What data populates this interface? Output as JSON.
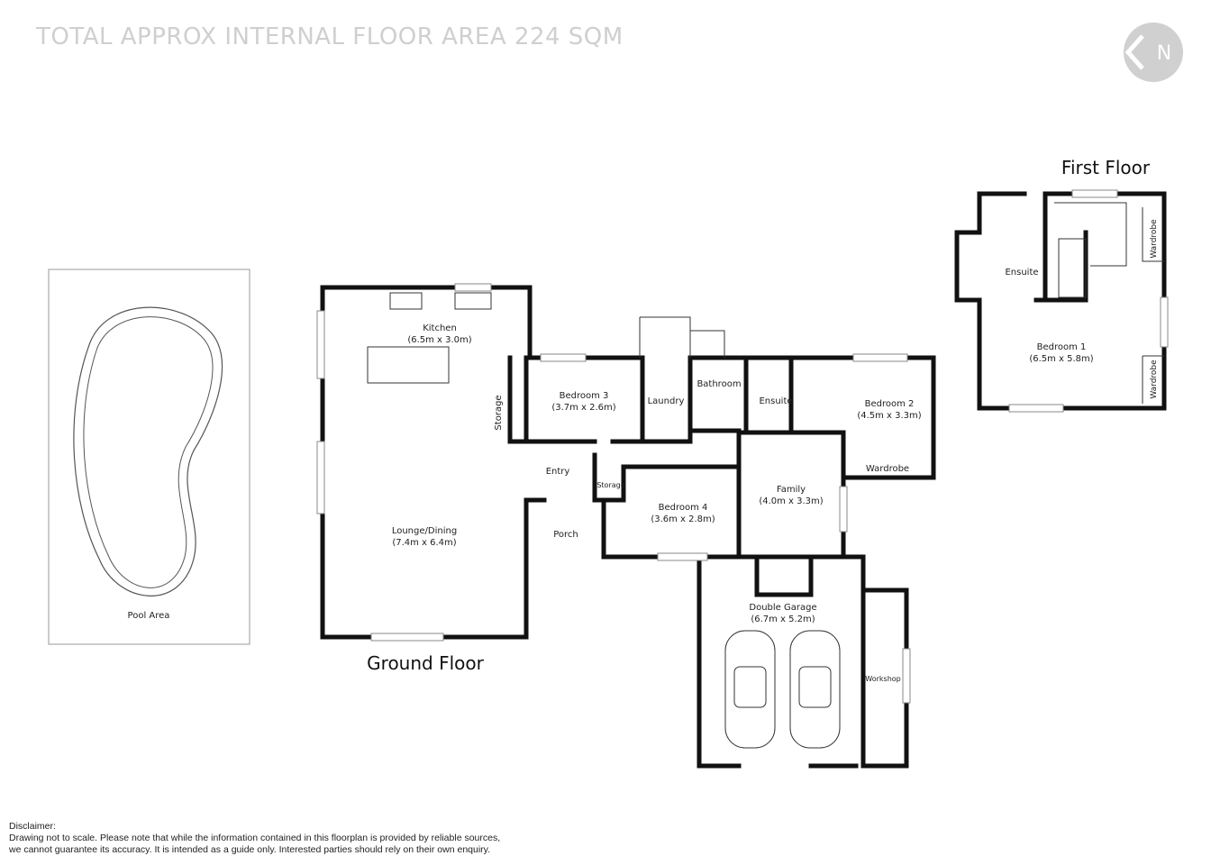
{
  "header": {
    "title": "TOTAL APPROX INTERNAL FLOOR AREA  224 SQM"
  },
  "compass": {
    "icon": "north-arrow-icon",
    "letter": "N"
  },
  "floors": {
    "ground": "Ground Floor",
    "first": "First Floor"
  },
  "rooms": {
    "pool": "Pool Area",
    "kitchen": {
      "name": "Kitchen",
      "size": "(6.5m x 3.0m)"
    },
    "lounge": {
      "name": "Lounge/Dining",
      "size": "(7.4m x 6.4m)"
    },
    "storage_kitchen": "Storage",
    "bedroom3": {
      "name": "Bedroom 3",
      "size": "(3.7m x 2.6m)"
    },
    "laundry": "Laundry",
    "bathroom": "Bathroom",
    "ensuite_ground": "Ensuite",
    "bedroom2": {
      "name": "Bedroom 2",
      "size": "(4.5m x 3.3m)"
    },
    "wardrobe_b2": "Wardrobe",
    "entry": "Entry",
    "storage_entry": "Storage",
    "porch": "Porch",
    "bedroom4": {
      "name": "Bedroom 4",
      "size": "(3.6m x 2.8m)"
    },
    "family": {
      "name": "Family",
      "size": "(4.0m x 3.3m)"
    },
    "garage": {
      "name": "Double Garage",
      "size": "(6.7m x 5.2m)"
    },
    "workshop": "Workshop",
    "ensuite_first": "Ensuite",
    "bedroom1": {
      "name": "Bedroom 1",
      "size": "(6.5m x 5.8m)"
    },
    "wardrobe_b1_top": "Wardrobe",
    "wardrobe_b1_bottom": "Wardrobe"
  },
  "disclaimer": {
    "heading": "Disclaimer:",
    "line1": "Drawing not to scale. Please note that while the information contained in this floorplan is provided by reliable sources,",
    "line2": "we cannot guarantee its accuracy. It is intended as a guide only. Interested parties should rely on their  own enquiry."
  }
}
